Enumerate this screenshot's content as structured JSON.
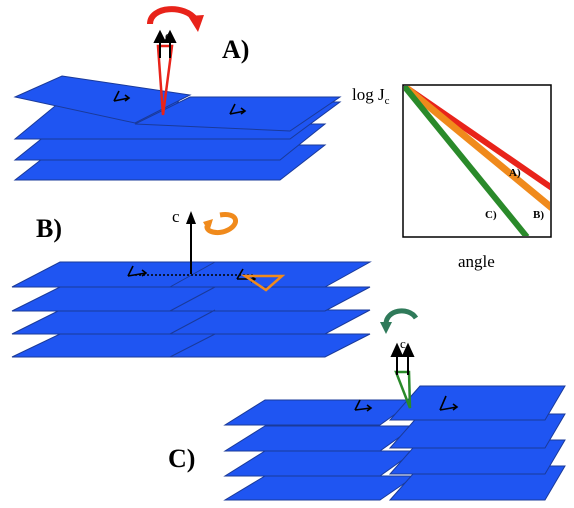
{
  "colors": {
    "plane_fill": "#1f55f2",
    "plane_stroke": "#1a3a9a",
    "arrow_a": "#e8231a",
    "arrow_b": "#f08a1c",
    "arrow_c": "#2a8a2a",
    "arrow_c_curved": "#2f7a5a"
  },
  "labels": {
    "panel_a": "A)",
    "panel_b": "B)",
    "panel_c": "C)",
    "c_axis": "c"
  },
  "inset": {
    "ylabel_main": "log J",
    "ylabel_sub": "c",
    "xlabel": "angle",
    "curve_a": "A)",
    "curve_b": "B)",
    "curve_c": "C)"
  }
}
